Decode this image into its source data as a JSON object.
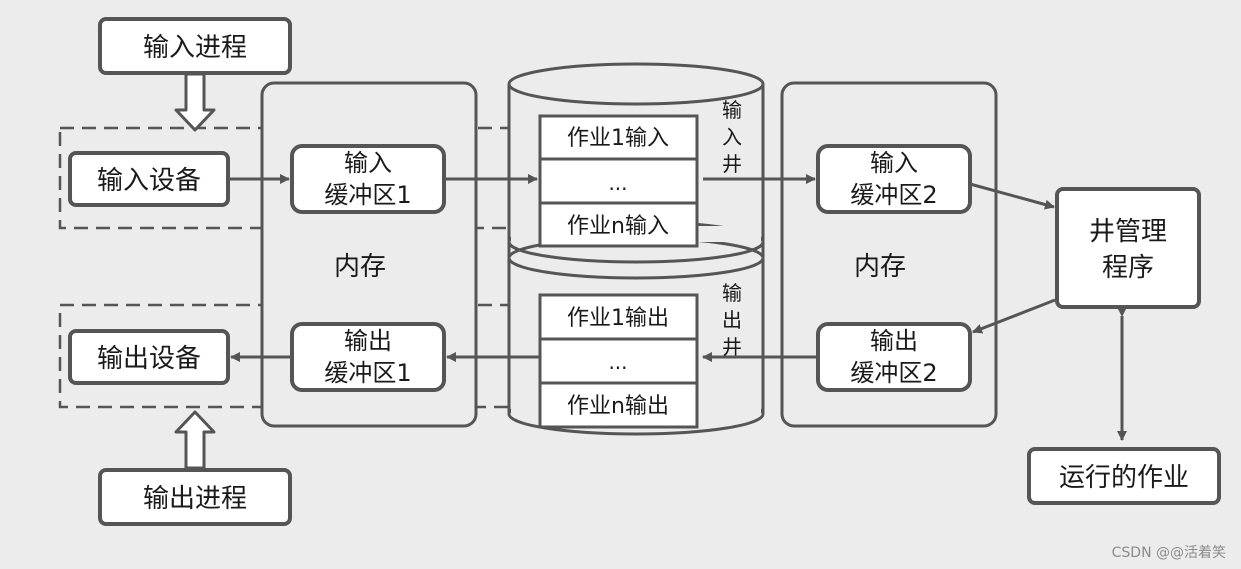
{
  "process": {
    "input_process": "输入进程",
    "output_process": "输出进程"
  },
  "devices": {
    "input_device": "输入设备",
    "output_device": "输出设备"
  },
  "memory_left": {
    "label": "内存",
    "input_buffer_line1": "输入",
    "input_buffer_line2": "缓冲区1",
    "output_buffer_line1": "输出",
    "output_buffer_line2": "缓冲区1"
  },
  "memory_right": {
    "label": "内存",
    "input_buffer_line1": "输入",
    "input_buffer_line2": "缓冲区2",
    "output_buffer_line1": "输出",
    "output_buffer_line2": "缓冲区2"
  },
  "input_well": {
    "label_chars": [
      "输",
      "入",
      "井"
    ],
    "rows": [
      "作业1输入",
      "...",
      "作业n输入"
    ]
  },
  "output_well": {
    "label_chars": [
      "输",
      "出",
      "井"
    ],
    "rows": [
      "作业1输出",
      "...",
      "作业n输出"
    ]
  },
  "well_manager": {
    "line1": "井管理",
    "line2": "程序"
  },
  "running_job": "运行的作业",
  "watermark": "CSDN @@活着笑"
}
